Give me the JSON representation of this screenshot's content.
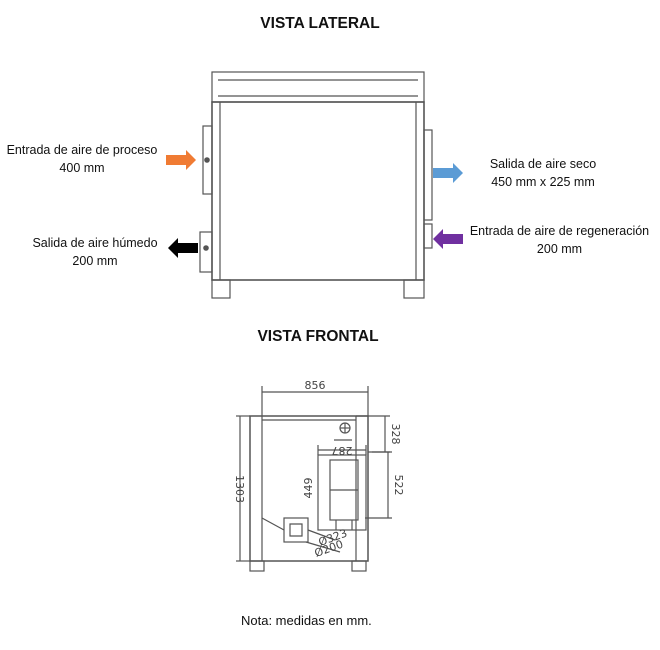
{
  "lateral": {
    "title": "VISTA LATERAL",
    "process_air_in": {
      "line1": "Entrada de aire de proceso",
      "line2": "400 mm",
      "color": "#F07B33"
    },
    "wet_air_out": {
      "line1": "Salida de aire húmedo",
      "line2": "200 mm",
      "color": "#000000"
    },
    "dry_air_out": {
      "line1": "Salida de  aire seco",
      "line2": "450 mm x 225 mm",
      "color": "#5B9BD5"
    },
    "regen_air_in": {
      "line1": "Entrada de aire de regeneración",
      "line2": "200 mm",
      "color": "#7030A0"
    }
  },
  "frontal": {
    "title": "VISTA FRONTAL",
    "dimensions": {
      "width": "856",
      "height": "1303",
      "top_offset": "328",
      "duct_width": "287",
      "duct_height": "449",
      "right_height": "522",
      "diameter1": "Ø323",
      "diameter2": "Ø200"
    }
  },
  "note": "Nota: medidas en mm."
}
